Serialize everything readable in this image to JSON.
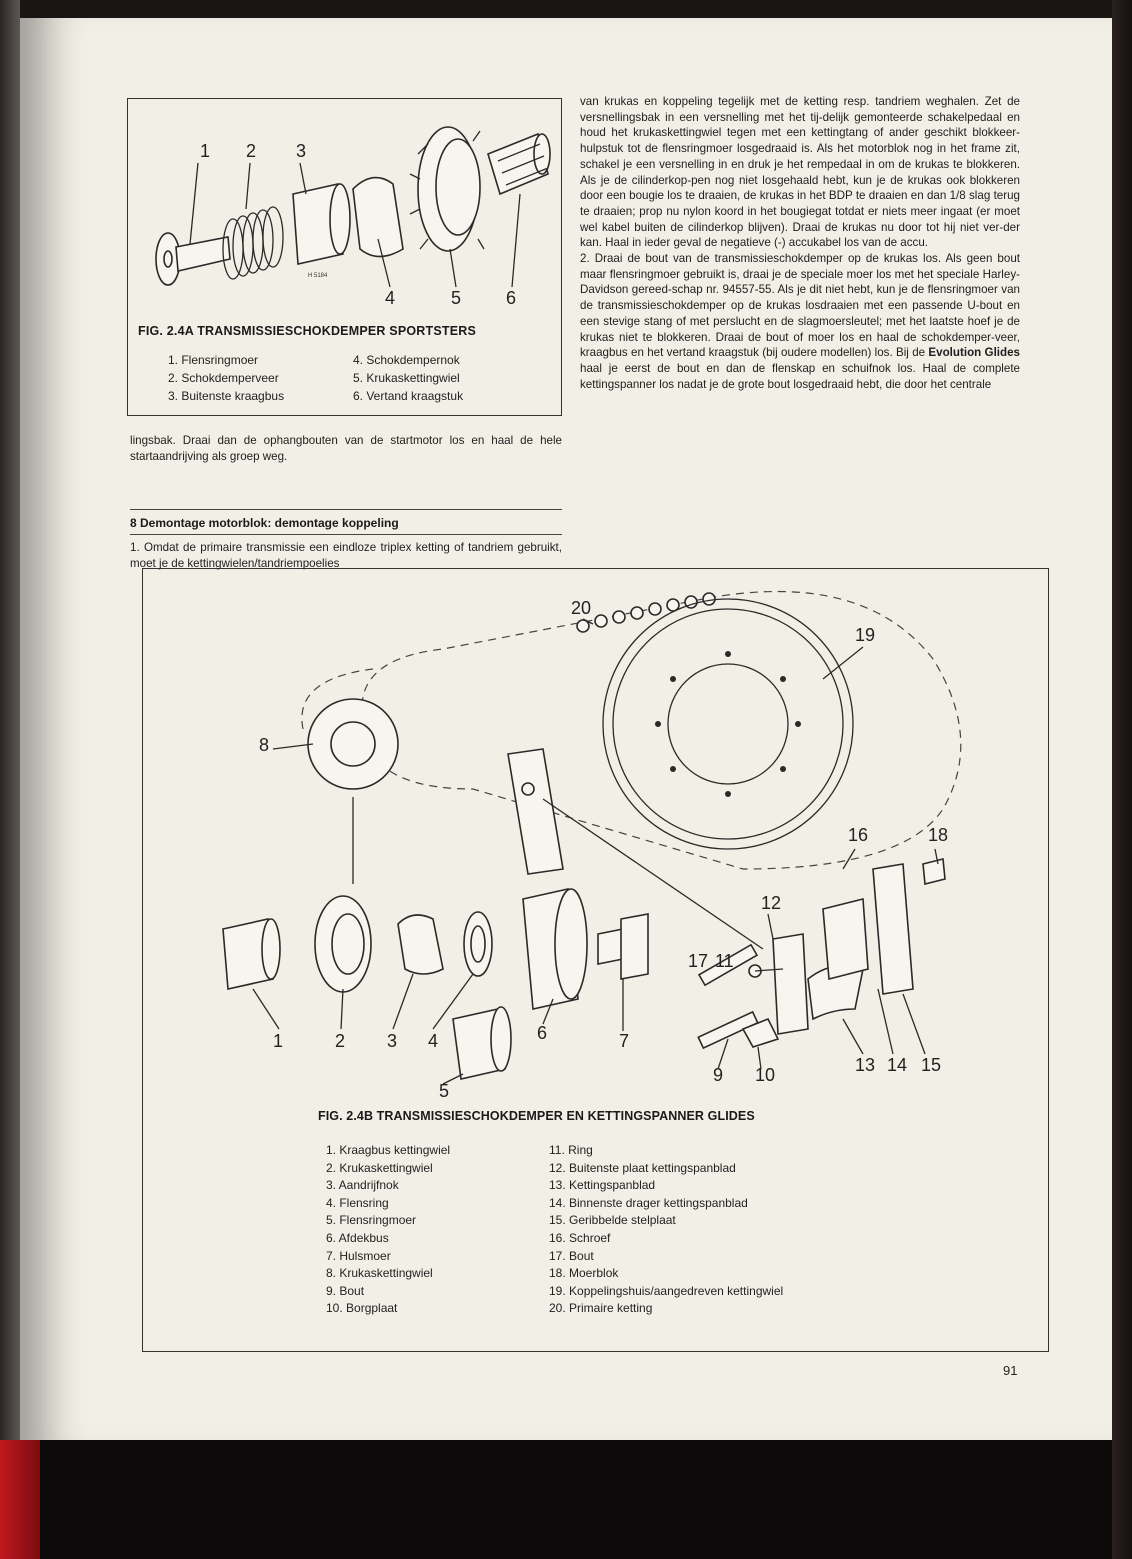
{
  "page": {
    "number": "91"
  },
  "figure_a": {
    "caption": "FIG. 2.4A TRANSMISSIESCHOKDEMPER SPORTSTERS",
    "stamp": "H 5184",
    "callouts": [
      "1",
      "2",
      "3",
      "4",
      "5",
      "6"
    ],
    "legend_col1": [
      "1. Flensringmoer",
      "2. Schokdemperveer",
      "3. Buitenste kraagbus"
    ],
    "legend_col2": [
      "4. Schokdempernok",
      "5. Krukaskettingwiel",
      "6. Vertand kraagstuk"
    ]
  },
  "left_column": {
    "continuation": "lingsbak. Draai dan de ophangbouten van de startmotor los en haal de hele startaandrijving als groep weg.",
    "section_title": "8 Demontage motorblok: demontage koppeling",
    "section_body": "1. Omdat de primaire transmissie een eindloze triplex ketting of tandriem gebruikt, moet je de kettingwielen/tandriempoelies"
  },
  "right_column": {
    "para1_a": "van krukas en koppeling tegelijk met de ketting resp. tandriem weghalen. Zet de versnellingsbak in een versnelling met het tij-delijk gemonteerde schakelpedaal en houd het krukaskettingwiel tegen met een kettingtang of ander geschikt blokkeer-hulpstuk tot de flensringmoer losgedraaid is. Als het motorblok nog in het frame zit, schakel je een versnelling in en druk je het rempedaal in om de krukas te blokkeren. Als je de cilinderkop-pen nog niet losgehaald hebt, kun je de krukas ook blokkeren door een bougie los te draaien, de krukas in het BDP te draaien en dan 1/8 slag terug te draaien; prop nu nylon koord in het bougiegat totdat er niets meer ingaat (er moet wel kabel buiten de cilinderkop blijven). Draai de krukas nu door tot hij niet ver-der kan. Haal in ieder geval de negatieve (-) accukabel los van de accu.",
    "para2_a": "2. Draai de bout van de transmissieschokdemper op de krukas los. Als geen bout maar flensringmoer gebruikt is, draai je de speciale moer los met het speciale Harley-Davidson gereed-schap nr. 94557-55. Als je dit niet hebt, kun je de flensringmoer van de transmissieschokdemper op de krukas losdraaien met een passende U-bout en een stevige stang of met perslucht en de slagmoersleutel; met het laatste hoef je de krukas niet te blokkeren. Draai de bout of moer los en haal de schokdemper-veer, kraagbus en het vertand kraagstuk (bij oudere modellen) los. Bij de ",
    "para2_bold": "Evolution Glides",
    "para2_b": " haal je eerst de bout en dan de flenskap en schuifnok los. Haal de complete kettingspanner los nadat je de grote bout losgedraaid hebt, die door het centrale"
  },
  "figure_b": {
    "caption": "FIG. 2.4B TRANSMISSIESCHOKDEMPER EN  KETTINGSPANNER GLIDES",
    "callouts": [
      "1",
      "2",
      "3",
      "4",
      "5",
      "6",
      "7",
      "8",
      "9",
      "10",
      "11",
      "12",
      "13",
      "14",
      "15",
      "16",
      "17",
      "18",
      "19",
      "20"
    ],
    "legend_col1": [
      "1. Kraagbus kettingwiel",
      "2. Krukaskettingwiel",
      "3. Aandrijfnok",
      "4. Flensring",
      "5. Flensringmoer",
      "6. Afdekbus",
      "7. Hulsmoer",
      "8. Krukaskettingwiel",
      "9. Bout",
      "10. Borgplaat"
    ],
    "legend_col2": [
      "11. Ring",
      "12. Buitenste plaat kettingspanblad",
      "13. Kettingspanblad",
      "14. Binnenste drager kettingspanblad",
      "15. Geribbelde stelplaat",
      "16. Schroef",
      "17. Bout",
      "18. Moerblok",
      "19. Koppelingshuis/aangedreven kettingwiel",
      "20. Primaire ketting"
    ]
  }
}
